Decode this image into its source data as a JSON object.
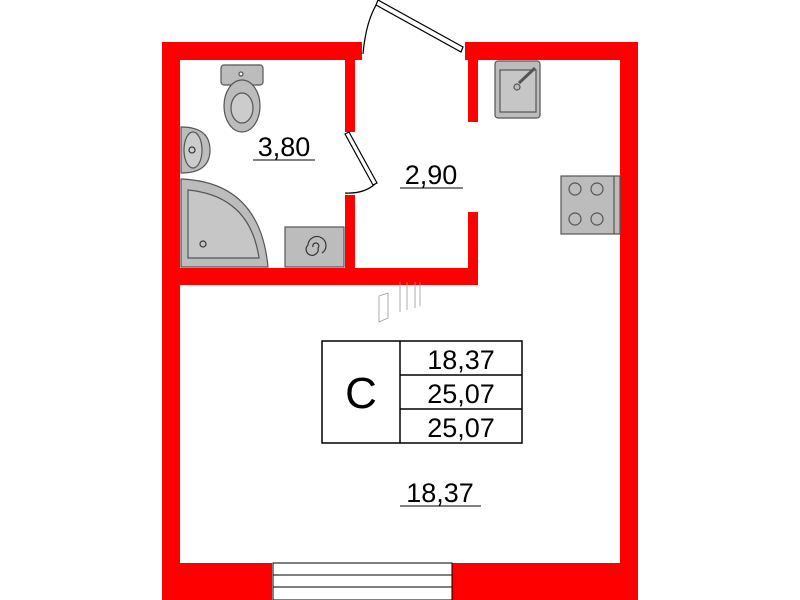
{
  "colors": {
    "wall": "#ff0000",
    "fixture": "#bcbcbc",
    "fixture_stroke": "#555555"
  },
  "rooms": {
    "bathroom": {
      "area": "3,80"
    },
    "hallway": {
      "area": "2,90"
    },
    "living": {
      "area": "18,37"
    }
  },
  "summary": {
    "type": "С",
    "living_area": "18,37",
    "total_area": "25,07",
    "total_area_with_balcony": "25,07"
  },
  "icons": [
    "toilet-icon",
    "sink-icon",
    "shower-icon",
    "boiler-icon",
    "kitchen-sink-icon",
    "stove-icon",
    "door-icon",
    "window-icon"
  ]
}
